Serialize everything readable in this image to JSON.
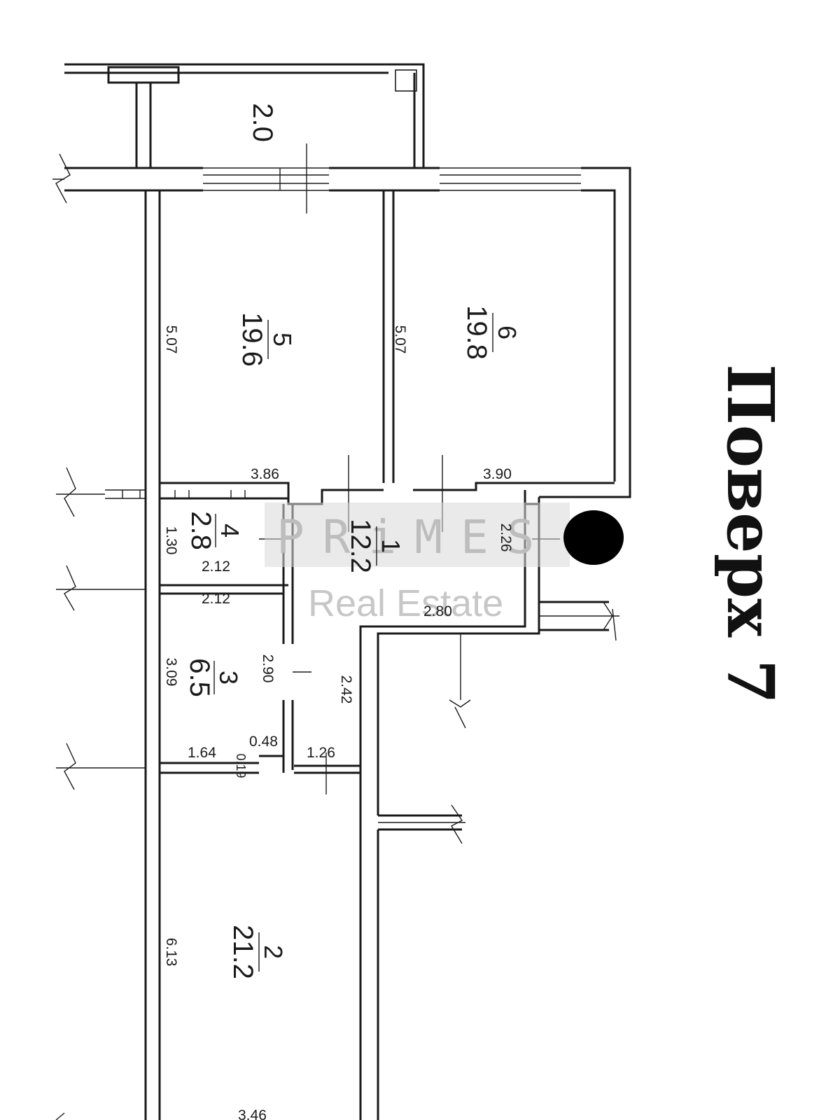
{
  "floor_label": "Поверх 7",
  "watermark": {
    "main": "PRiMES",
    "sub": "Real Estate"
  },
  "rooms": [
    {
      "number": "",
      "area": "2.0"
    },
    {
      "number": "5",
      "area": "19.6"
    },
    {
      "number": "6",
      "area": "19.8"
    },
    {
      "number": "4",
      "area": "2.8"
    },
    {
      "number": "1",
      "area": "12.2"
    },
    {
      "number": "3",
      "area": "6.5"
    },
    {
      "number": "2",
      "area": "21.2"
    }
  ],
  "dimensions": [
    "5.07",
    "5.07",
    "3.86",
    "3.90",
    "1.30",
    "2.12",
    "2.12",
    "2.26",
    "2.80",
    "3.09",
    "2.90",
    "2.42",
    "1.64",
    "0.48",
    "0.19",
    "1.26",
    "6.13",
    "3.46"
  ],
  "colors": {
    "ink": "#1a1a1a",
    "watermark": "#bdbdbd",
    "marker": "#000000"
  }
}
